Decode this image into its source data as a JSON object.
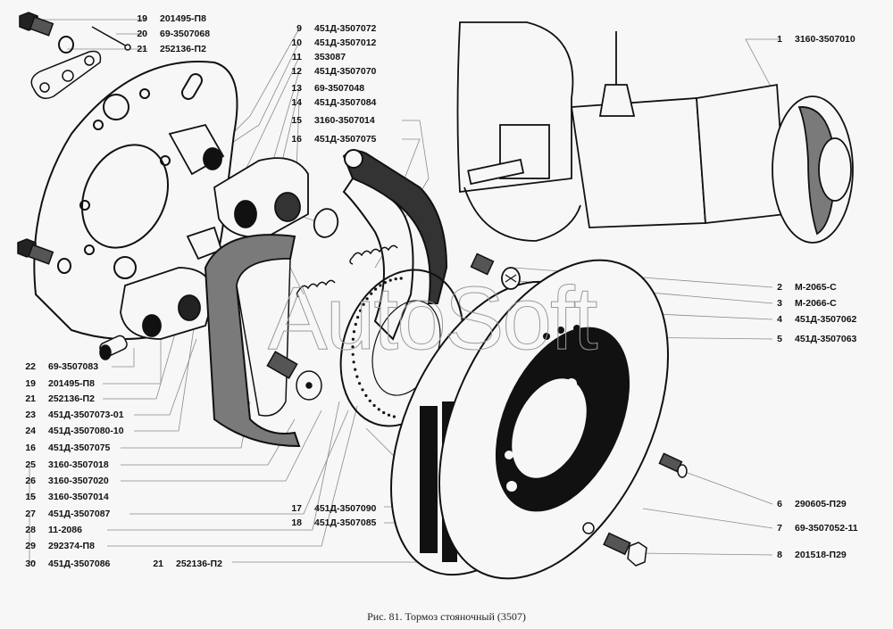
{
  "caption": "Рис. 81. Тормоз стояночный (3507)",
  "watermark": "AutoSoft",
  "colors": {
    "background": "#f7f7f7",
    "ink": "#111111",
    "leader": "#8a8a8a",
    "lining": "#7a7a7a"
  },
  "callouts": [
    {
      "id": "c19a",
      "num": "19",
      "part": "201495-П8"
    },
    {
      "id": "c20",
      "num": "20",
      "part": "69-3507068"
    },
    {
      "id": "c21a",
      "num": "21",
      "part": "252136-П2"
    },
    {
      "id": "c9",
      "num": "9",
      "part": "451Д-3507072"
    },
    {
      "id": "c10",
      "num": "10",
      "part": "451Д-3507012"
    },
    {
      "id": "c11",
      "num": "11",
      "part": "353087"
    },
    {
      "id": "c12",
      "num": "12",
      "part": "451Д-3507070"
    },
    {
      "id": "c13",
      "num": "13",
      "part": "69-3507048"
    },
    {
      "id": "c14",
      "num": "14",
      "part": "451Д-3507084"
    },
    {
      "id": "c15a",
      "num": "15",
      "part": "3160-3507014"
    },
    {
      "id": "c16a",
      "num": "16",
      "part": "451Д-3507075"
    },
    {
      "id": "c1",
      "num": "1",
      "part": "3160-3507010"
    },
    {
      "id": "c2",
      "num": "2",
      "part": "М-2065-С"
    },
    {
      "id": "c3",
      "num": "3",
      "part": "М-2066-С"
    },
    {
      "id": "c4",
      "num": "4",
      "part": "451Д-3507062"
    },
    {
      "id": "c5",
      "num": "5",
      "part": "451Д-3507063"
    },
    {
      "id": "c6",
      "num": "6",
      "part": "290605-П29"
    },
    {
      "id": "c7",
      "num": "7",
      "part": "69-3507052-11"
    },
    {
      "id": "c8",
      "num": "8",
      "part": "201518-П29"
    },
    {
      "id": "c22",
      "num": "22",
      "part": "69-3507083"
    },
    {
      "id": "c19b",
      "num": "19",
      "part": "201495-П8"
    },
    {
      "id": "c21b",
      "num": "21",
      "part": "252136-П2"
    },
    {
      "id": "c23",
      "num": "23",
      "part": "451Д-3507073-01"
    },
    {
      "id": "c24",
      "num": "24",
      "part": "451Д-3507080-10"
    },
    {
      "id": "c16b",
      "num": "16",
      "part": "451Д-3507075"
    },
    {
      "id": "c25",
      "num": "25",
      "part": "3160-3507018"
    },
    {
      "id": "c26",
      "num": "26",
      "part": "3160-3507020"
    },
    {
      "id": "c15b",
      "num": "15",
      "part": "3160-3507014"
    },
    {
      "id": "c27",
      "num": "27",
      "part": "451Д-3507087"
    },
    {
      "id": "c28",
      "num": "28",
      "part": "11-2086"
    },
    {
      "id": "c29",
      "num": "29",
      "part": "292374-П8"
    },
    {
      "id": "c30",
      "num": "30",
      "part": "451Д-3507086"
    },
    {
      "id": "c17",
      "num": "17",
      "part": "451Д-3507090"
    },
    {
      "id": "c18",
      "num": "18",
      "part": "451Д-3507085"
    },
    {
      "id": "c21c",
      "num": "21",
      "part": "252136-П2"
    }
  ]
}
